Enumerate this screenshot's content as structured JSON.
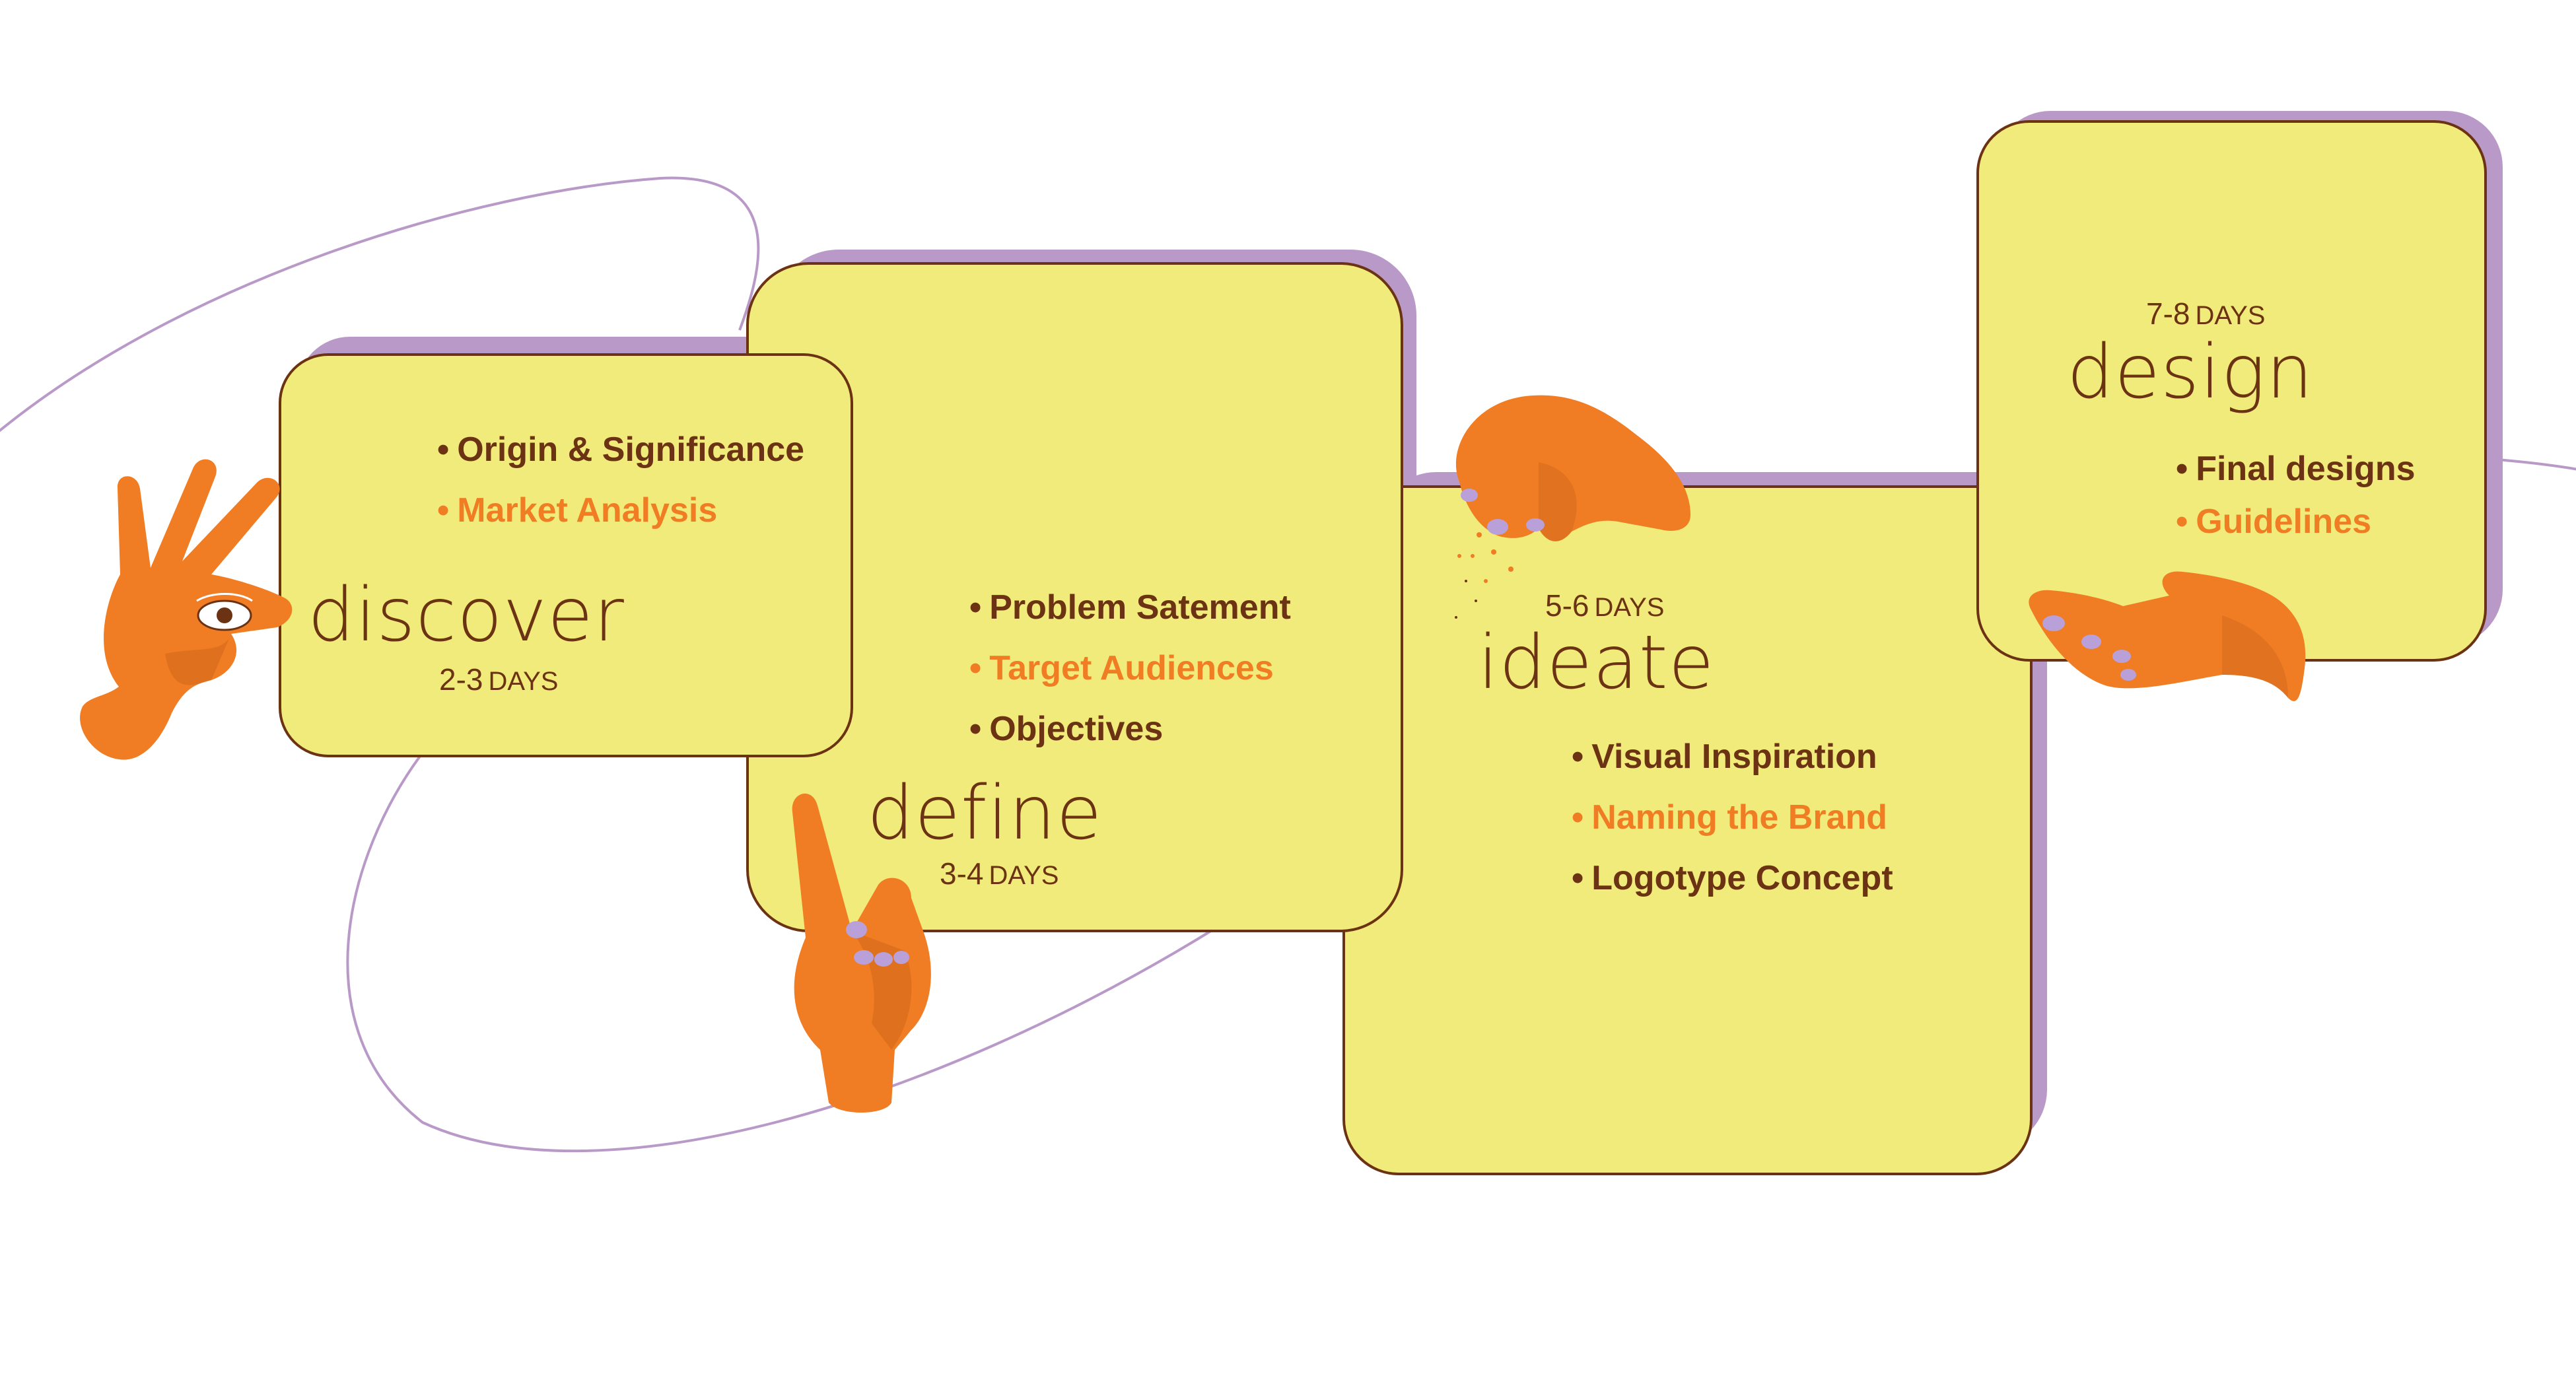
{
  "colors": {
    "card_fill": "#f0eb7a",
    "card_border": "#6b3314",
    "card_shadow": "#b999c8",
    "text_dark": "#6b3314",
    "text_highlight": "#f07d24",
    "hand": "#f07d24",
    "nail": "#b9a0d8",
    "curve": "#b999c8"
  },
  "phases": [
    {
      "name": "discover",
      "days": "2-3",
      "days_unit": "DAYS",
      "hand_icon": "ok-sign-hand-with-eye-icon",
      "tasks": [
        {
          "label": "Origin & Significance",
          "highlight": false
        },
        {
          "label": "Market Analysis",
          "highlight": true
        }
      ]
    },
    {
      "name": "define",
      "days": "3-4",
      "days_unit": "DAYS",
      "hand_icon": "pointing-up-hand-icon",
      "tasks": [
        {
          "label": "Problem Satement",
          "highlight": false
        },
        {
          "label": "Target Audiences",
          "highlight": true
        },
        {
          "label": "Objectives",
          "highlight": false
        }
      ]
    },
    {
      "name": "ideate",
      "days": "5-6",
      "days_unit": "DAYS",
      "hand_icon": "pinching-sprinkle-hand-icon",
      "tasks": [
        {
          "label": "Visual Inspiration",
          "highlight": false
        },
        {
          "label": "Naming the Brand",
          "highlight": true
        },
        {
          "label": "Logotype Concept",
          "highlight": false
        }
      ]
    },
    {
      "name": "design",
      "days": "7-8",
      "days_unit": "DAYS",
      "hand_icon": "open-palm-hand-icon",
      "tasks": [
        {
          "label": "Final designs",
          "highlight": false
        },
        {
          "label": "Guidelines",
          "highlight": true
        }
      ]
    }
  ]
}
